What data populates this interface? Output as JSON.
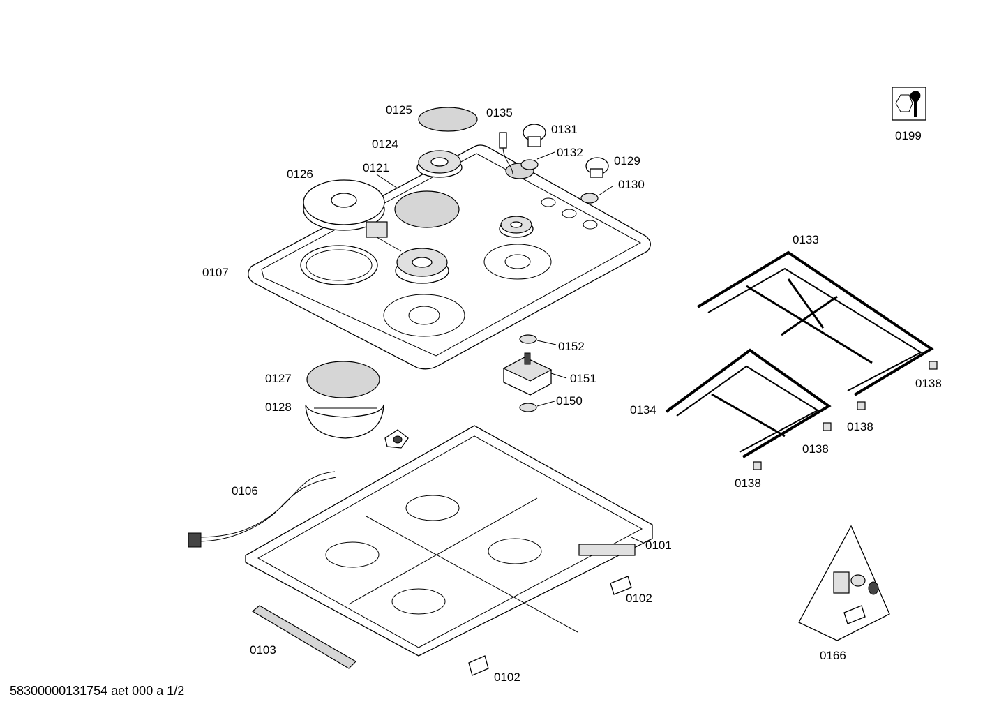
{
  "footer": {
    "text": "58300000131754 aet 000 a 1/2"
  },
  "labels": [
    "0125",
    "0135",
    "0131",
    "0124",
    "0132",
    "0129",
    "0126",
    "0121",
    "0130",
    "0107",
    "0133",
    "0152",
    "0151",
    "0127",
    "0150",
    "0138",
    "0128",
    "0134",
    "0138",
    "0138",
    "0138",
    "0106",
    "0101",
    "0102",
    "0103",
    "0102",
    "0166",
    "0199"
  ],
  "icons": [
    "tool-icon"
  ]
}
